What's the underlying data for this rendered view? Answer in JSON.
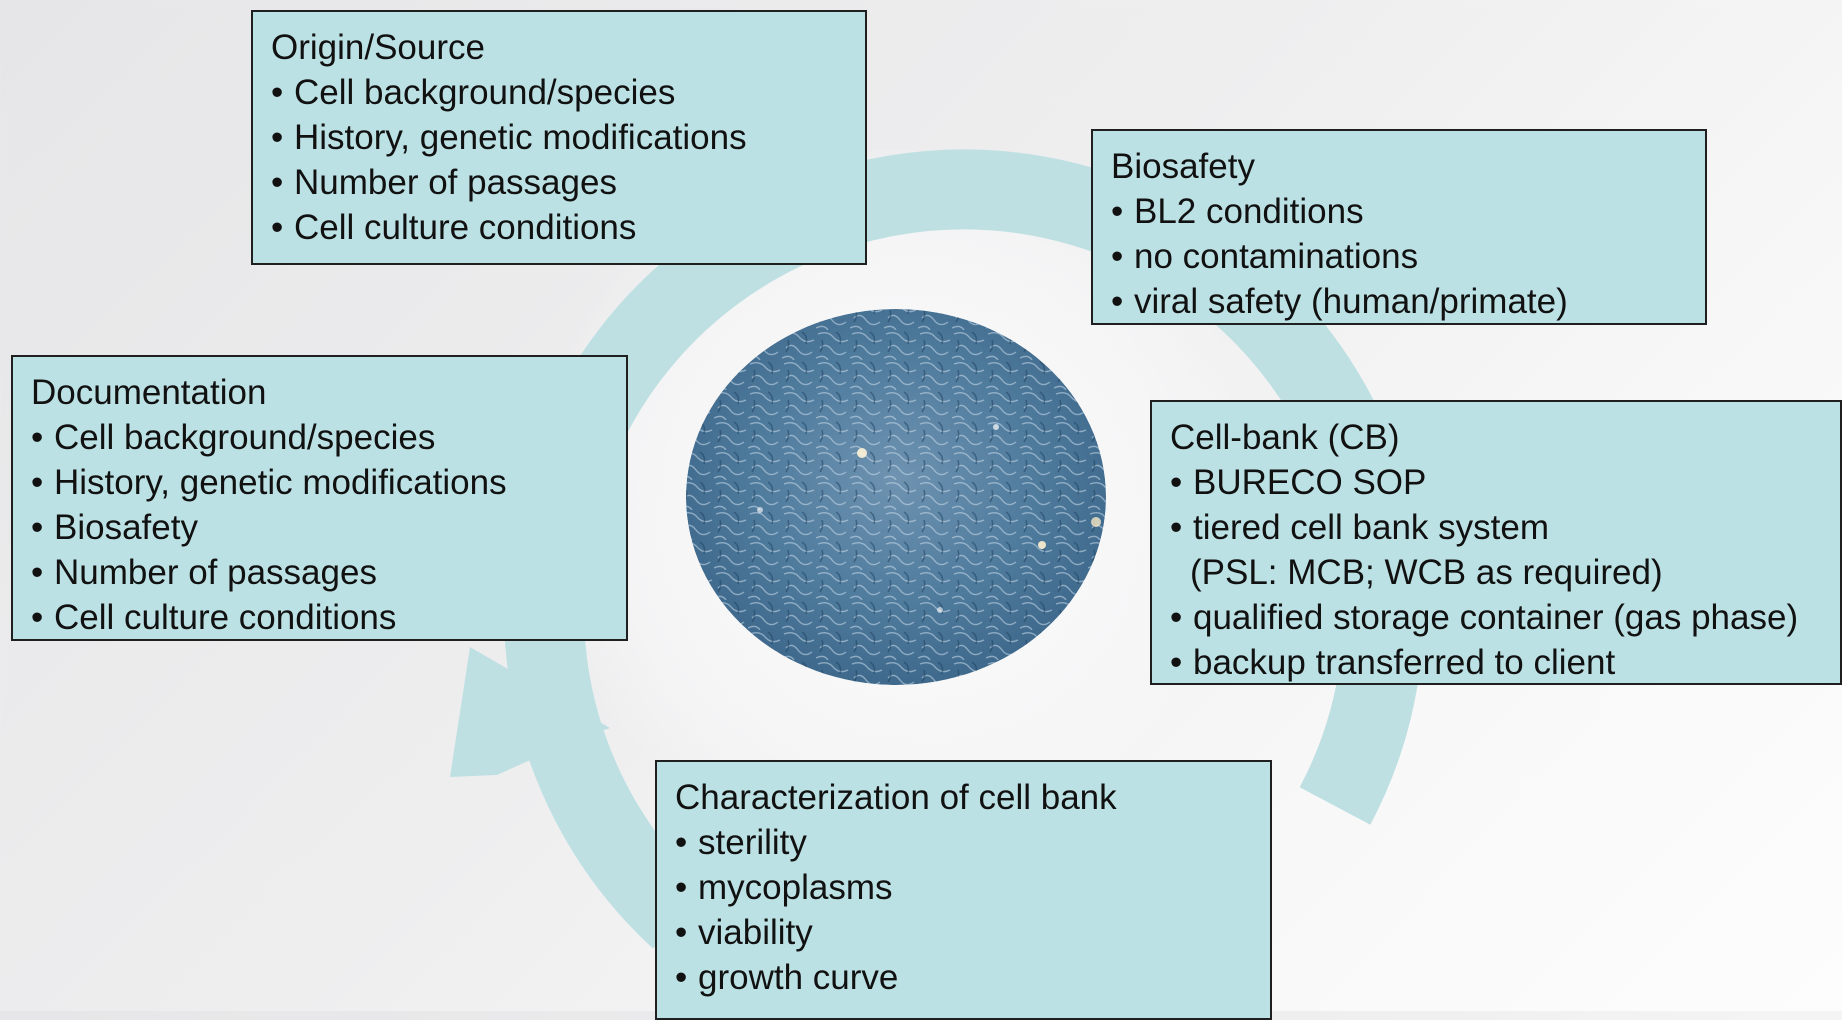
{
  "colors": {
    "box_fill": "#bce1e4",
    "box_border": "#1f1f1f",
    "cycle_arrow": "#bfe0e3",
    "cell_image": "#4e7a9c"
  },
  "icons": {
    "center_image": "cell-culture-micrograph"
  },
  "origin": {
    "title": "Origin/Source",
    "items": [
      "Cell background/species",
      "History, genetic modifications",
      "Number of passages",
      "Cell culture conditions"
    ]
  },
  "biosafety": {
    "title": "Biosafety",
    "items": [
      "BL2 conditions",
      "no contaminations",
      "viral safety (human/primate)"
    ]
  },
  "documentation": {
    "title": "Documentation",
    "items": [
      "Cell background/species",
      "History, genetic modifications",
      "Biosafety",
      "Number of passages",
      "Cell culture conditions"
    ]
  },
  "cellbank": {
    "title": "Cell-bank (CB)",
    "items": [
      "BURECO SOP",
      "tiered cell bank system",
      "(PSL: MCB; WCB as required)",
      "qualified storage container (gas phase)",
      "backup transferred to client"
    ]
  },
  "characterization": {
    "title": "Characterization of cell bank",
    "items": [
      "sterility",
      "mycoplasms",
      "viability",
      "growth curve"
    ]
  }
}
